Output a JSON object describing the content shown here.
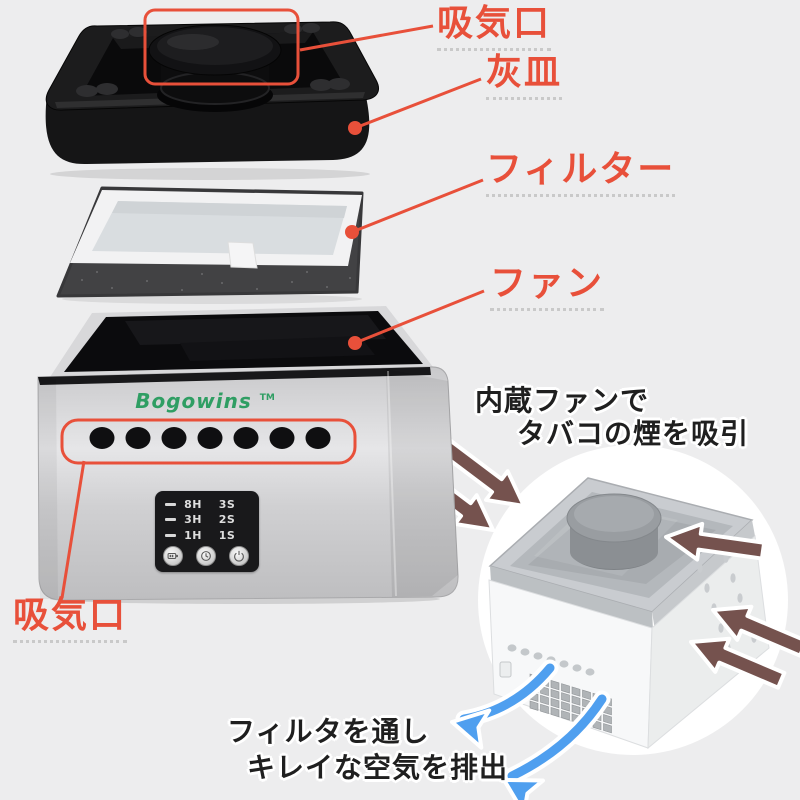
{
  "page": {
    "background": "#ededee"
  },
  "colors": {
    "accent_red": "#E8503A",
    "brand_green": "#2F9E63",
    "arrow_brown": "#75524E",
    "arrow_blue": "#4F9FEF"
  },
  "part_labels": {
    "intake_top": "吸気口",
    "ashtray": "灰皿",
    "filter": "フィルター",
    "fan": "ファン",
    "intake_bottom": "吸気口"
  },
  "device": {
    "brand": "Bogowins",
    "trademark": "TM",
    "control_panel": {
      "rows": [
        {
          "timer": "8H",
          "speed": "3S"
        },
        {
          "timer": "3H",
          "speed": "2S"
        },
        {
          "timer": "1H",
          "speed": "1S"
        }
      ],
      "buttons": [
        {
          "icon": "battery-icon"
        },
        {
          "icon": "timer-icon"
        },
        {
          "icon": "power-icon"
        }
      ]
    }
  },
  "callouts": {
    "suction": {
      "line1": "内蔵ファンで",
      "line2": "タバコの煙を吸引"
    },
    "exhaust": {
      "line1": "フィルタを通し",
      "line2": "キレイな空気を排出"
    }
  }
}
